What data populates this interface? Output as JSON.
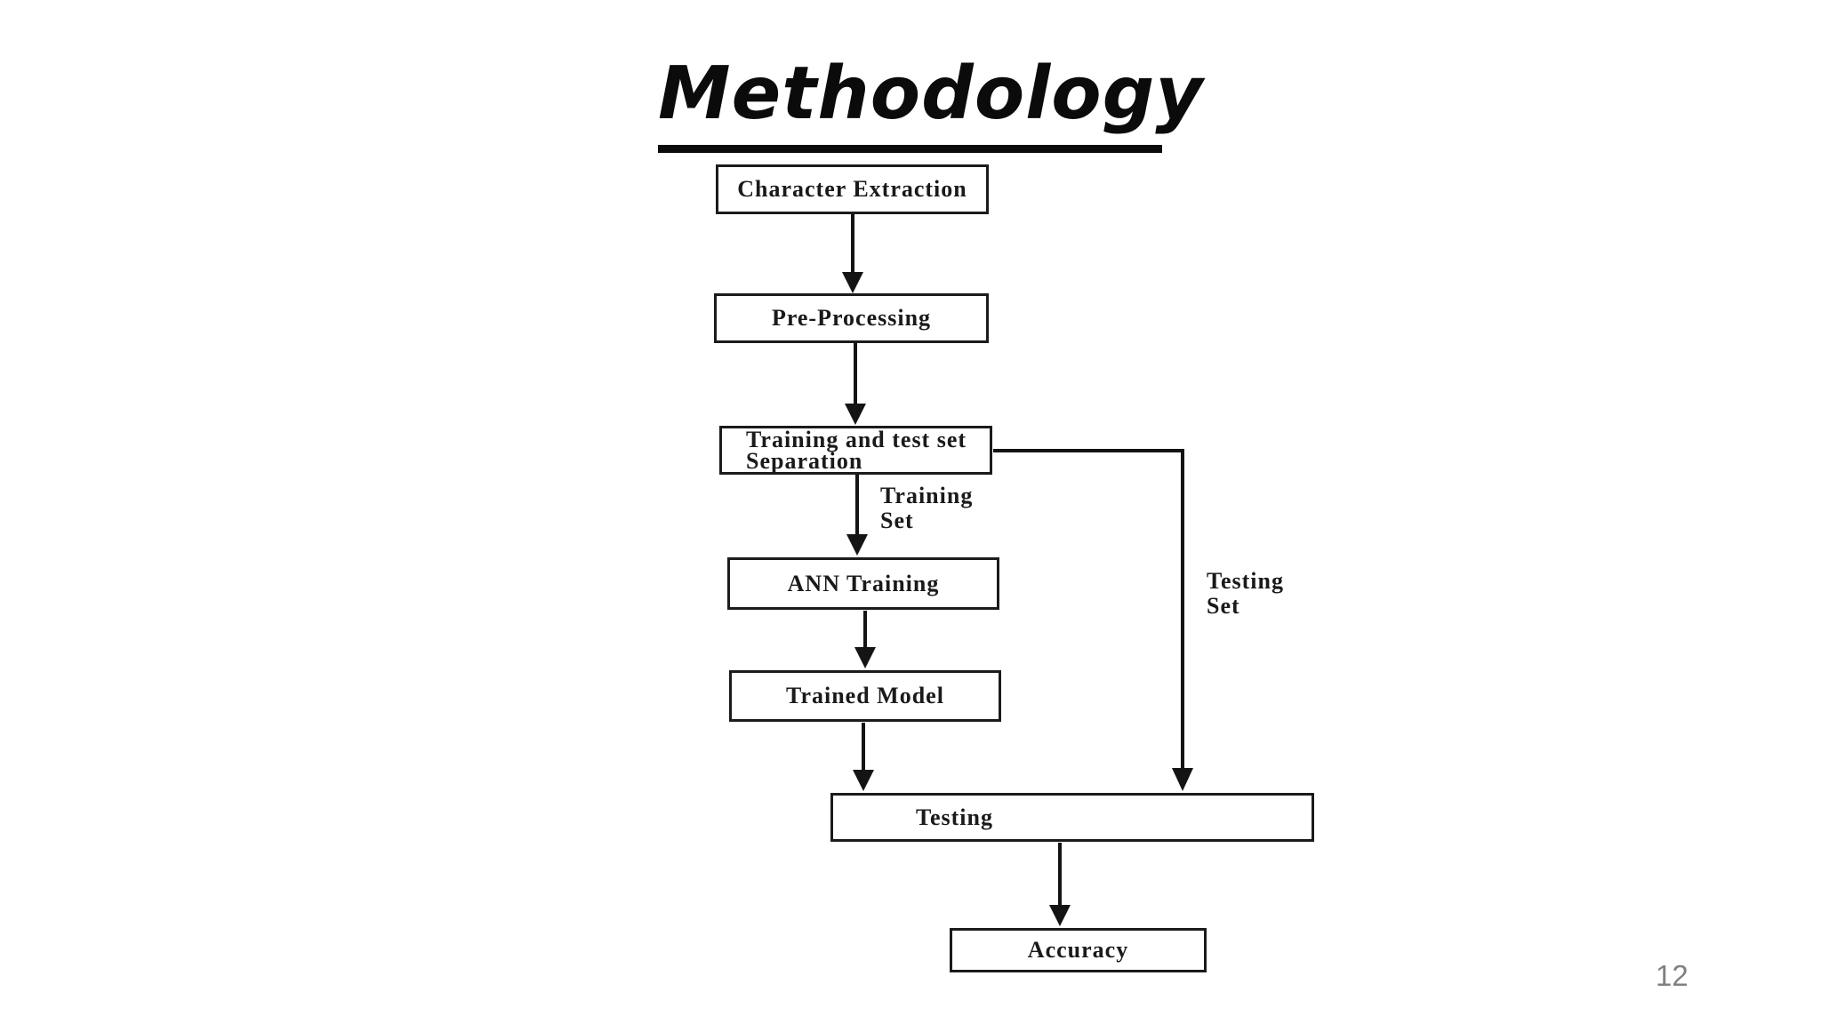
{
  "slide": {
    "title": "Methodology",
    "page_number": "12"
  },
  "flowchart": {
    "type": "flowchart",
    "nodes": {
      "character_extraction": {
        "label": "Character Extraction"
      },
      "pre_processing": {
        "label": "Pre-Processing"
      },
      "separation": {
        "line1": "Training and test set",
        "line2": "Separation"
      },
      "ann_training": {
        "label": "ANN Training"
      },
      "trained_model": {
        "label": "Trained Model"
      },
      "testing": {
        "label": "Testing"
      },
      "accuracy": {
        "label": "Accuracy"
      }
    },
    "edge_labels": {
      "training_set": {
        "line1": "Training",
        "line2": "Set"
      },
      "testing_set": {
        "line1": "Testing",
        "line2": "Set"
      }
    },
    "edges": [
      "Character Extraction -> Pre-Processing",
      "Pre-Processing -> Training and test set Separation",
      "Training and test set Separation -> ANN Training (Training Set)",
      "ANN Training -> Trained Model",
      "Trained Model -> Testing",
      "Training and test set Separation -> Testing (Testing Set)",
      "Testing -> Accuracy"
    ],
    "colors": {
      "line": "#141414",
      "box_border": "#1b1b1b",
      "text": "#1a1a1a",
      "title": "#0b0b0b",
      "page_number": "#808080",
      "background": "#ffffff"
    }
  }
}
